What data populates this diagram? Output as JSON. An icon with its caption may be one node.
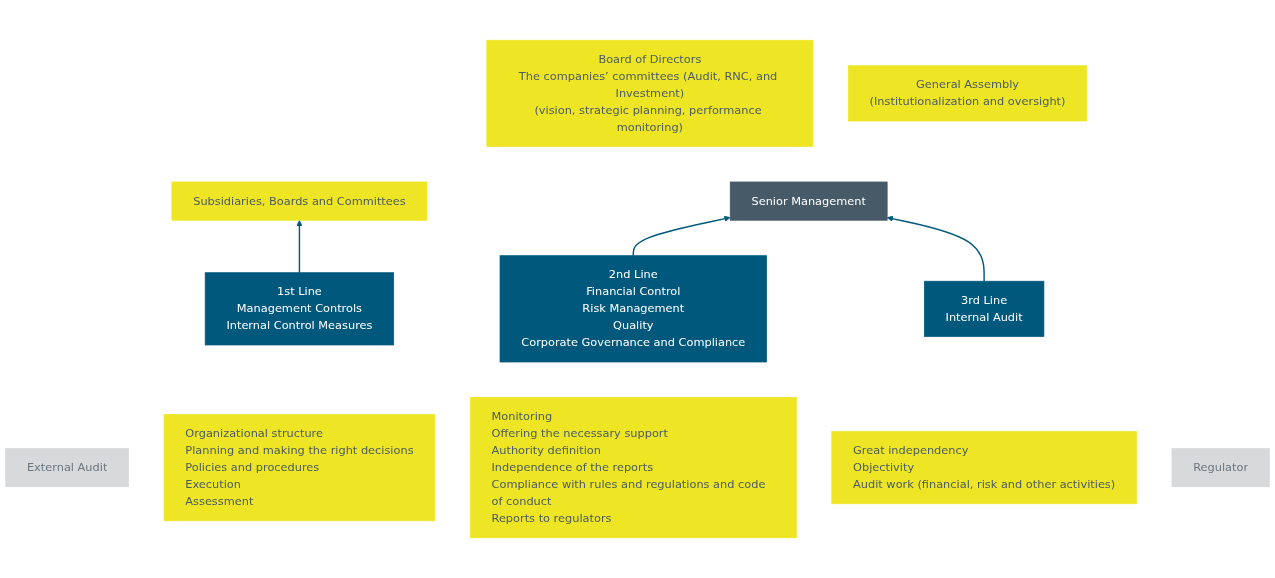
{
  "diagram": {
    "nodes": [
      {
        "text": [
          "External Audit"
        ]
      },
      {
        "text": [
          "Subsidiaries, Boards and Committees"
        ]
      },
      {
        "text": [
          "Board of Directors",
          "The companies’ committees (Audit, RNC, and Investment)",
          "(vision, strategic planning, performance monitoring)"
        ]
      },
      {
        "text": [
          "General Assembly",
          "(Institutionalization and oversight)"
        ]
      },
      {
        "text": [
          "Senior Management"
        ]
      },
      {
        "text": [
          "1st Line",
          "Management Controls",
          "Internal Control Measures"
        ]
      },
      {
        "text": [
          "Organizational structure",
          "Planning and making the right decisions",
          "Policies and procedures",
          "Execution",
          "Assessment"
        ]
      },
      {
        "text": [
          "2nd Line",
          "Financial Control",
          "Risk Management",
          "Quality",
          "Corporate Governance and Compliance"
        ]
      },
      {
        "text": [
          "Monitoring",
          "Offering the necessary support",
          "Authority definition",
          "Independence of the reports",
          "Compliance with rules and regulations and code of conduct",
          "Reports to regulators"
        ]
      },
      {
        "text": [
          "3rd Line",
          "Internal Audit"
        ]
      },
      {
        "text": [
          "Great independency",
          "Objectivity",
          "Audit work (financial, risk and other activities)"
        ]
      },
      {
        "text": [
          "Regulator"
        ]
      }
    ],
    "edges": [
      {
        "from": 5,
        "to": 1,
        "arrow": "to"
      },
      {
        "from": 7,
        "to": 4,
        "arrow": "to"
      },
      {
        "from": 9,
        "to": 4,
        "arrow": "to"
      }
    ]
  }
}
